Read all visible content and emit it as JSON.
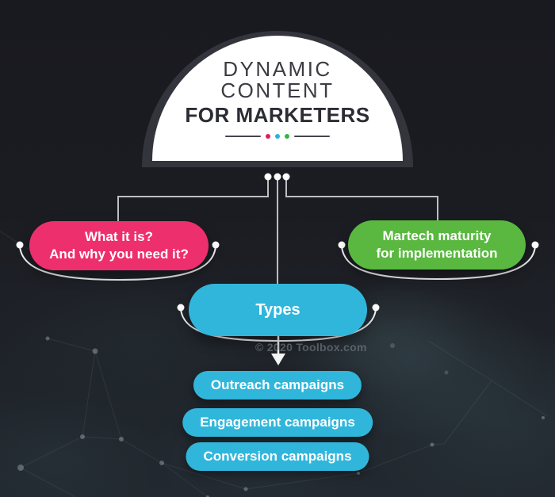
{
  "header": {
    "title_line1": "DYNAMIC",
    "title_line2": "CONTENT",
    "title_line3": "FOR MARKETERS"
  },
  "divider": {
    "dot_colors": [
      "#e11e5c",
      "#27b2e5",
      "#36b34a"
    ]
  },
  "nodes": {
    "what_it_is": {
      "line1": "What it is?",
      "line2": "And why you need it?",
      "color": "#ee2f6d"
    },
    "martech_maturity": {
      "line1": "Martech maturity",
      "line2": "for implementation",
      "color": "#5ab840"
    },
    "types": {
      "label": "Types",
      "color": "#31b6db"
    }
  },
  "campaigns": [
    {
      "label": "Outreach campaigns",
      "color": "#31b6db"
    },
    {
      "label": "Engagement campaigns",
      "color": "#31b6db"
    },
    {
      "label": "Conversion campaigns",
      "color": "#31b6db"
    }
  ],
  "watermark": "© 2020 Toolbox.com",
  "colors": {
    "background": "#1b1c22",
    "dome": "#ffffff",
    "dome_shadow": "#34353c",
    "connector_gray": "#bcbec2",
    "connector_white": "#f2f3f4",
    "title_text": "#2c2d34"
  }
}
